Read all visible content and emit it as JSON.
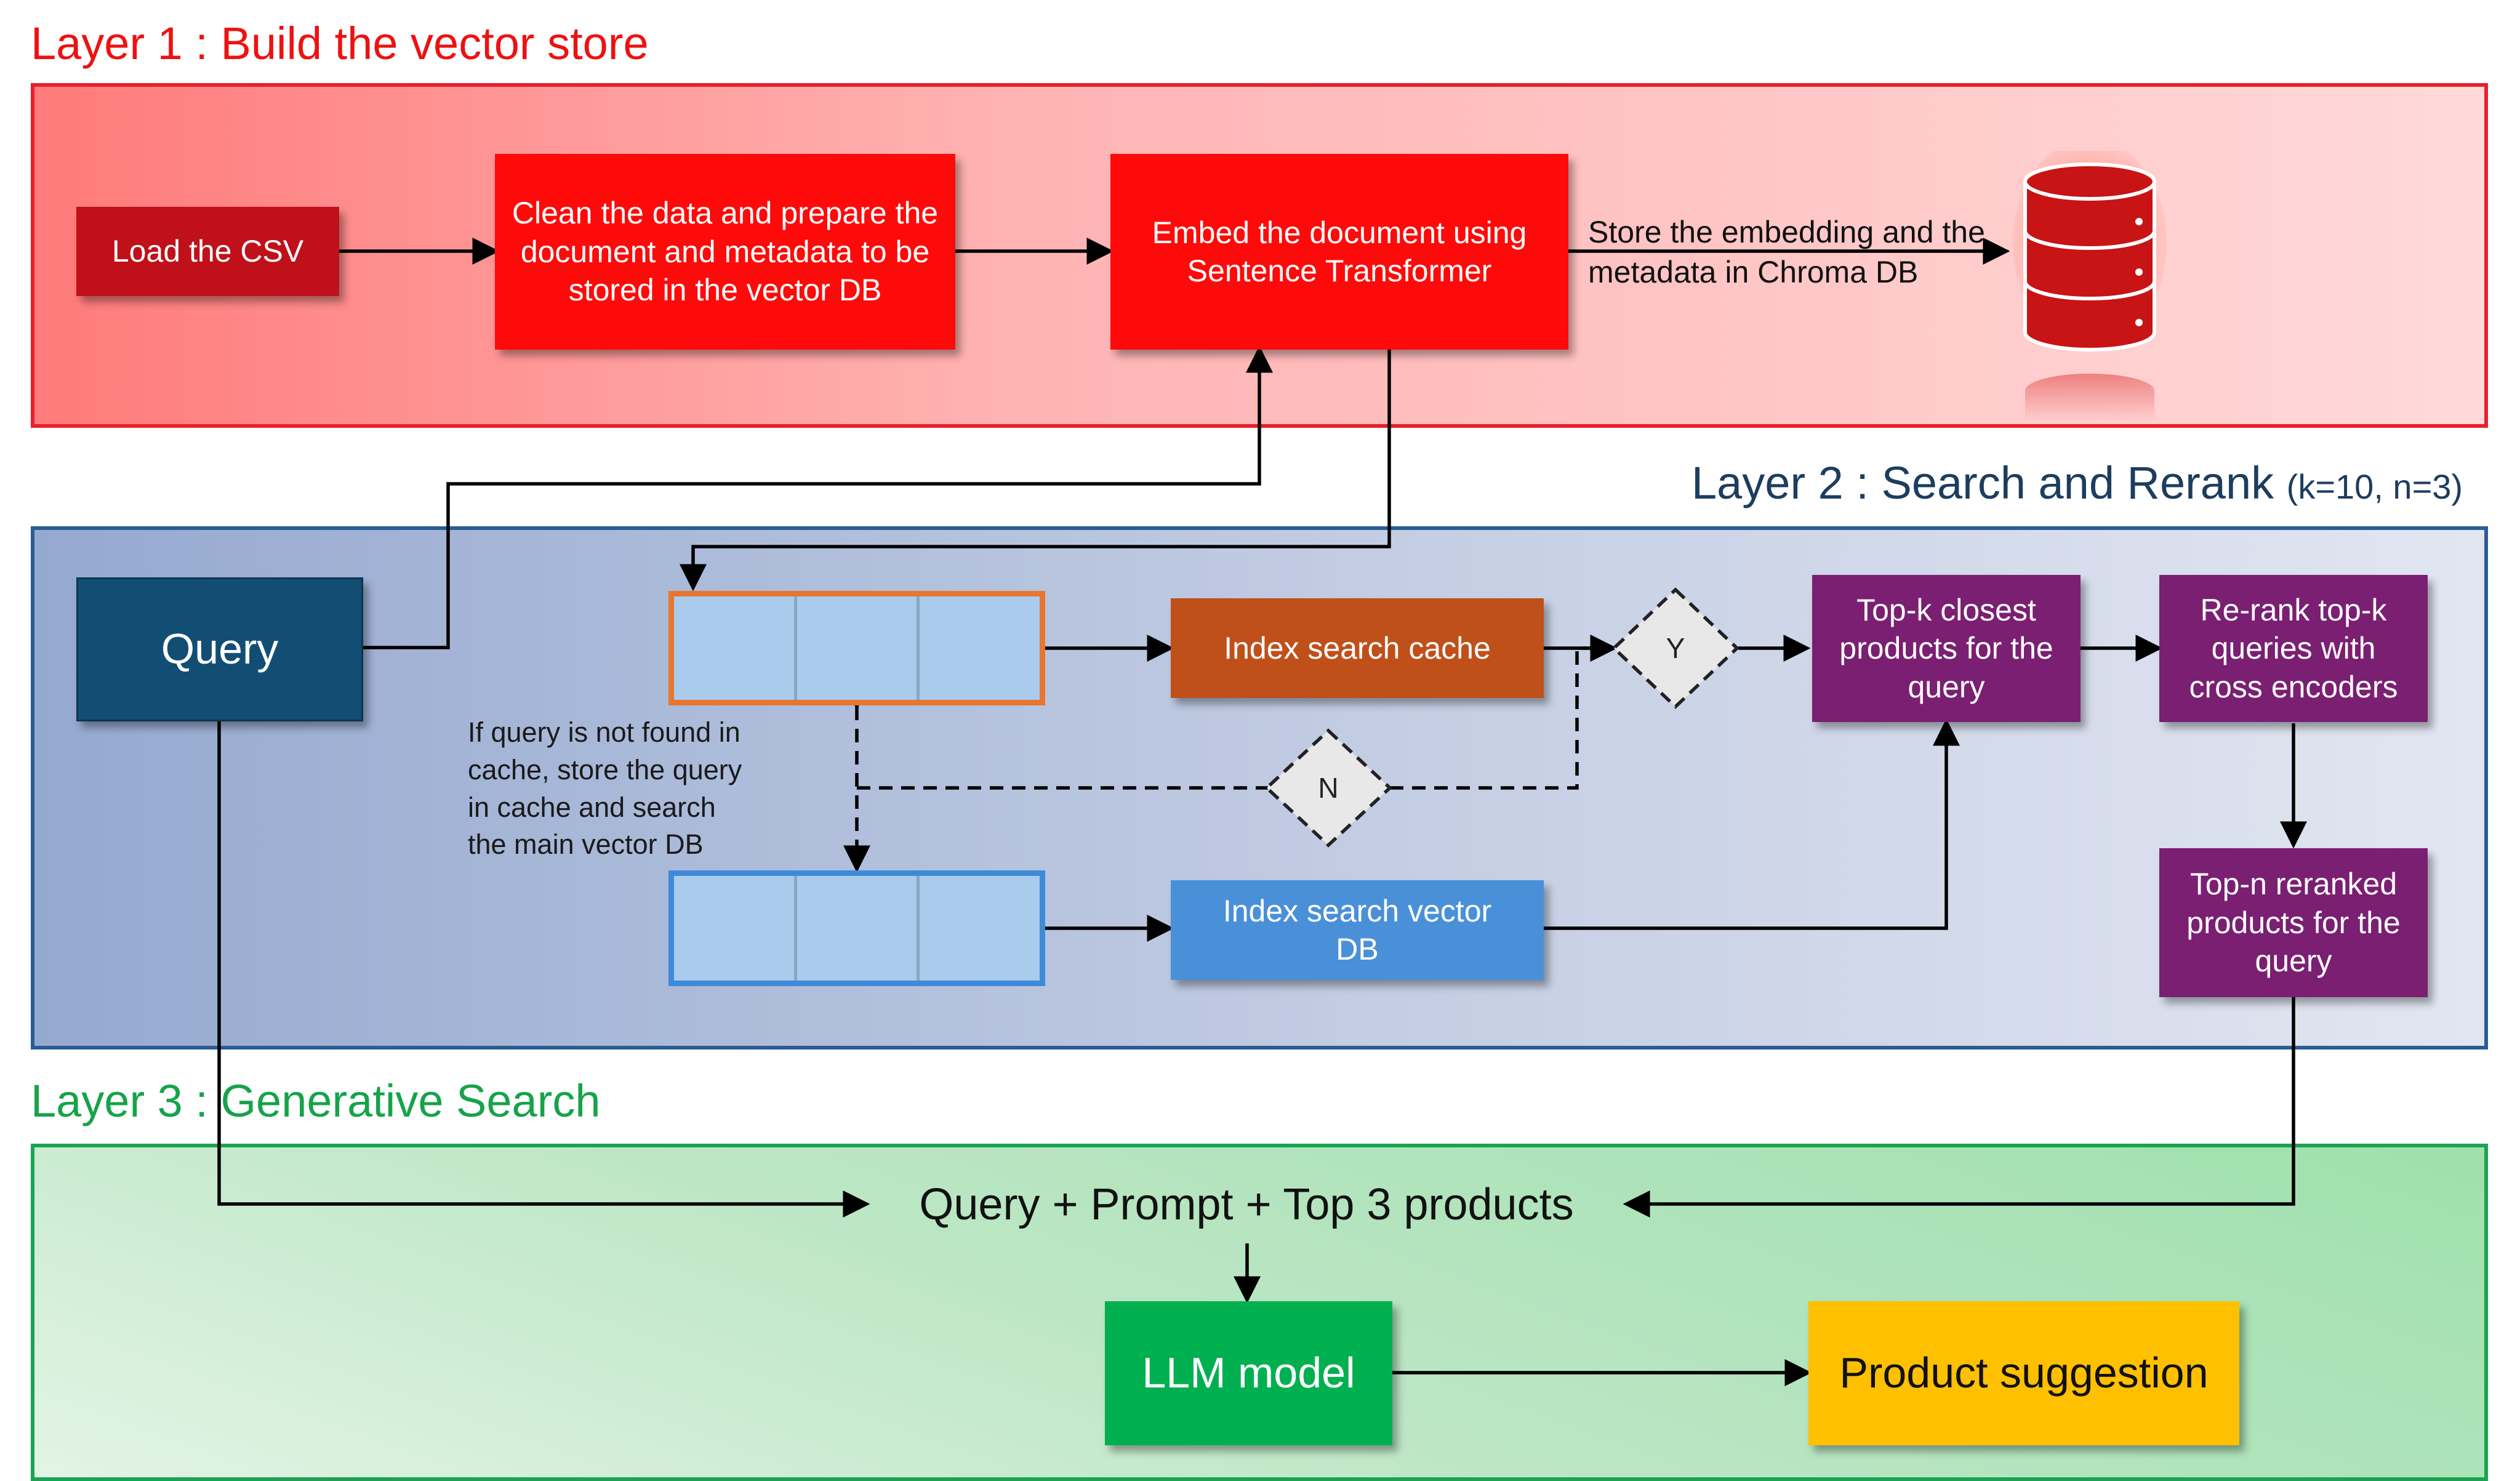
{
  "layers": {
    "layer1": {
      "title": "Layer 1 : Build the vector store",
      "color": "#ee1111"
    },
    "layer2": {
      "title": "Layer 2 : Search and Rerank",
      "params": "(k=10, n=3)",
      "color": "#1c3d5e"
    },
    "layer3": {
      "title": "Layer 3 : Generative Search",
      "color": "#16a34a"
    }
  },
  "nodes": {
    "load_csv": "Load the CSV",
    "clean_data": "Clean the data and prepare the document and metadata to be stored in the vector DB",
    "embed": "Embed the document using Sentence Transformer",
    "store_label": "Store the embedding and the metadata in Chroma DB",
    "query": "Query",
    "index_cache": "Index search cache",
    "index_vector": "Index search vector DB",
    "decision_yes": "Y",
    "decision_no": "N",
    "topk": "Top-k closest products for the query",
    "rerank": "Re-rank top-k queries with cross encoders",
    "topn": "Top-n reranked products for the query",
    "cache_note": "If query is not found in\ncache, store the query\nin cache and search\nthe main vector DB",
    "prompt": "Query + Prompt + Top 3 products",
    "llm": "LLM model",
    "suggestion": "Product suggestion"
  },
  "icons": {
    "database": "database-icon"
  },
  "colors": {
    "layer1_border": "#e8202a",
    "layer2_border": "#2b5c94",
    "layer3_border": "#1aa352",
    "load_csv": "#c0101a",
    "red_box": "#ff0a0a",
    "query": "#124e74",
    "index_cache": "#c0501a",
    "cache_border": "#e87530",
    "vector_border": "#3f8ad8",
    "index_vector": "#4a90d9",
    "purple": "#7a1f72",
    "llm": "#00b050",
    "suggestion": "#ffc000"
  }
}
